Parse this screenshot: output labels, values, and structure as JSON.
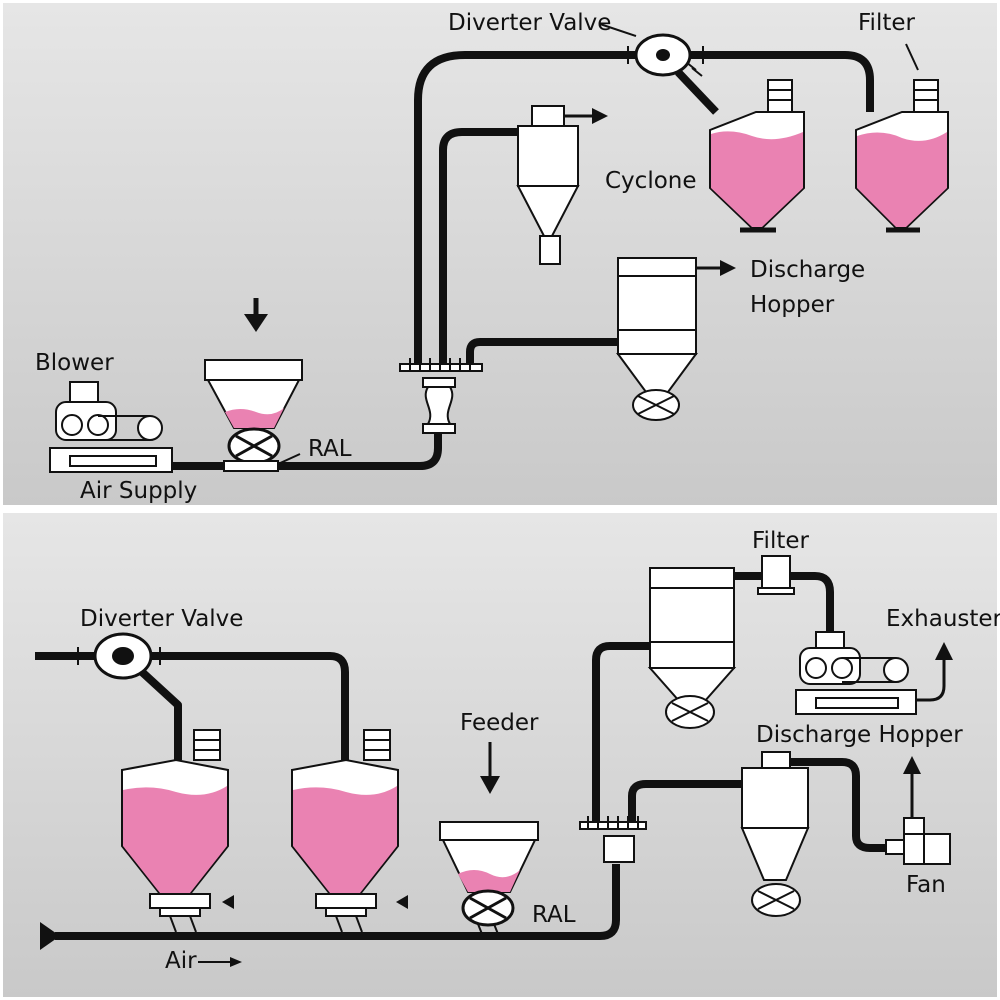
{
  "top_panel": {
    "labels": {
      "diverter_valve": "Diverter Valve",
      "filter": "Filter",
      "cyclone": "Cyclone",
      "discharge": "Discharge",
      "hopper": "Hopper",
      "blower": "Blower",
      "ral": "RAL",
      "air_supply": "Air Supply"
    }
  },
  "bottom_panel": {
    "labels": {
      "filter": "Filter",
      "exhauster": "Exhauster",
      "diverter_valve": "Diverter Valve",
      "feeder": "Feeder",
      "discharge_hopper": "Discharge Hopper",
      "ral": "RAL",
      "fan": "Fan",
      "air": "Air"
    }
  },
  "colors": {
    "panel_top": "#e4e4e4",
    "panel_bottom": "#cdcdcd",
    "pipe": "#111111",
    "material": "#ea82b2",
    "equipment": "#ffffff"
  }
}
